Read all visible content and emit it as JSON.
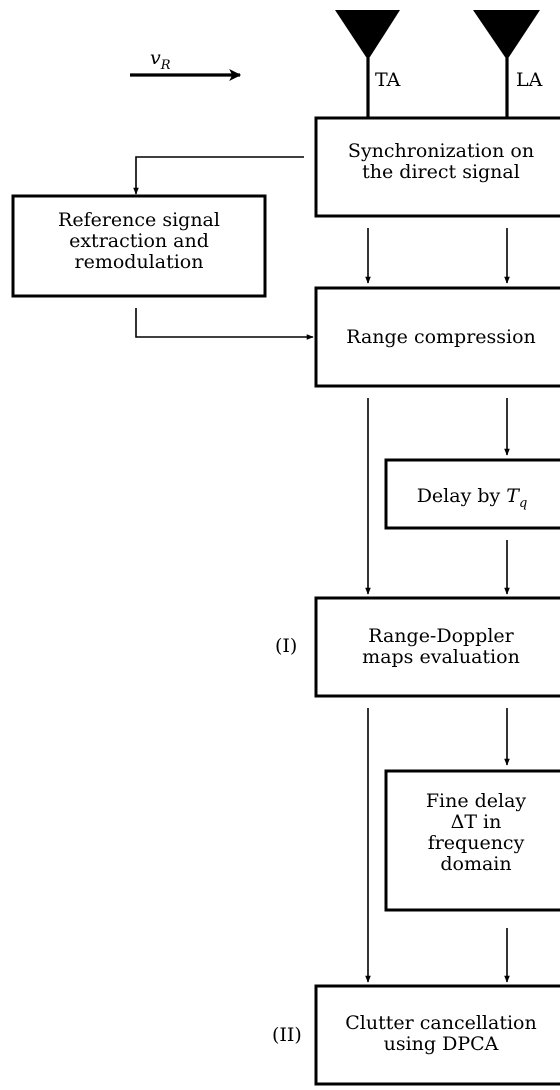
{
  "velocity": {
    "symbol": "v",
    "subscript": "R"
  },
  "antennas": [
    {
      "label": "TA"
    },
    {
      "label": "LA"
    }
  ],
  "blocks": {
    "sync": {
      "lines": [
        "Synchronization on",
        "the direct signal"
      ]
    },
    "reference": {
      "lines": [
        "Reference signal",
        "extraction and",
        "remodulation"
      ]
    },
    "range_compression": {
      "lines": [
        "Range compression"
      ]
    },
    "delay": {
      "prefix": "Delay by ",
      "symbol": "T",
      "subscript": "q"
    },
    "range_doppler": {
      "lines": [
        "Range-Doppler",
        "maps evaluation"
      ],
      "tag": "(I)"
    },
    "fine_delay": {
      "lines": [
        "Fine delay",
        "ΔT in",
        "frequency",
        "domain"
      ]
    },
    "clutter": {
      "lines": [
        "Clutter cancellation",
        "using DPCA"
      ],
      "tag": "(II)"
    }
  }
}
